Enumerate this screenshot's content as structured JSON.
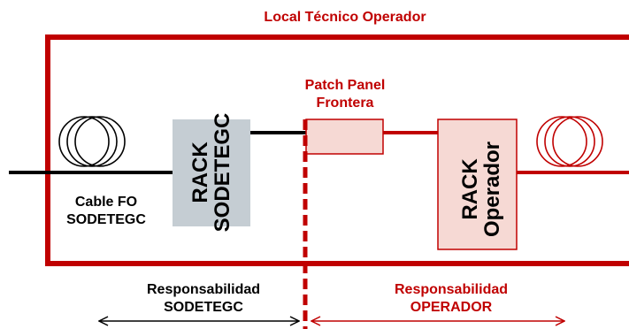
{
  "title": "Local Técnico  Operador",
  "patch_panel": {
    "line1": "Patch Panel",
    "line2": "Frontera"
  },
  "cable": {
    "line1": "Cable FO",
    "line2": "SODETEGC"
  },
  "rack_sodetegc": {
    "line1": "RACK",
    "line2": "SODETEGC"
  },
  "rack_operador": {
    "line1": "RACK",
    "line2": "Operador"
  },
  "responsibility_left": {
    "line1": "Responsabilidad",
    "line2": "SODETEGC"
  },
  "responsibility_right": {
    "line1": "Responsabilidad",
    "line2": "OPERADOR"
  },
  "colors": {
    "operator_red": "#c00000",
    "black": "#000000",
    "rack_grey": "#c5cdd3",
    "pink_fill": "#f6d9d4"
  }
}
